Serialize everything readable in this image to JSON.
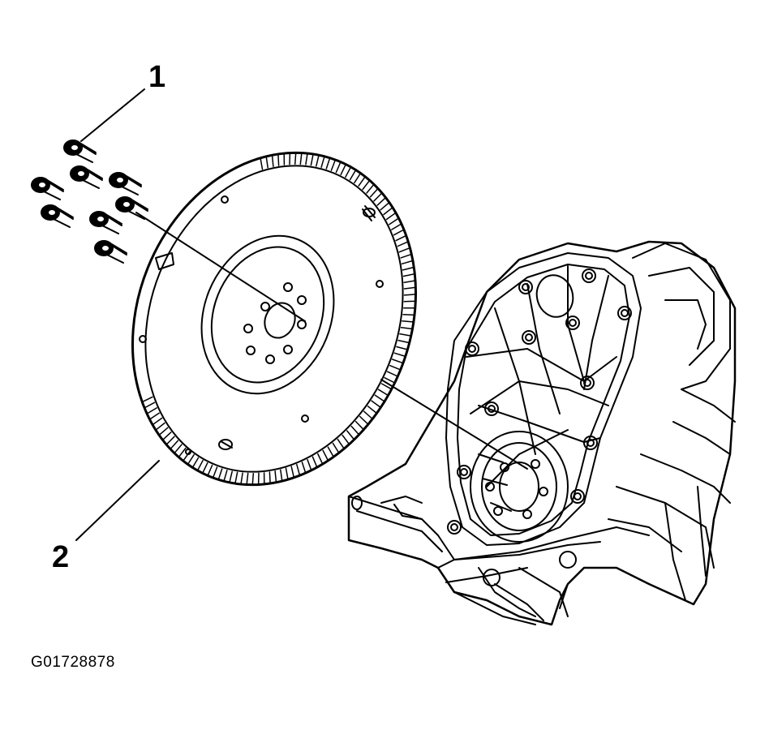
{
  "callouts": [
    {
      "number": "1",
      "target": "flywheel bolts"
    },
    {
      "number": "2",
      "target": "flywheel"
    }
  ],
  "figure_id": "G01728878",
  "colors": {
    "line": "#000000",
    "background": "#ffffff"
  }
}
